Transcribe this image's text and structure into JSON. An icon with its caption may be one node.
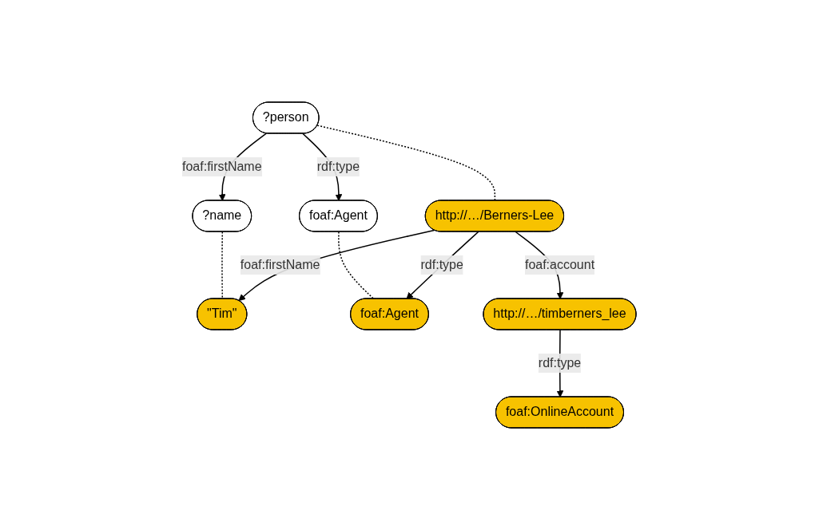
{
  "diagram": {
    "nodes": [
      {
        "text": [
          "?person"
        ]
      },
      {
        "text": [
          "?name"
        ]
      },
      {
        "text": [
          "foaf:Agent"
        ]
      },
      {
        "text": [
          "http://…/Berners-Lee"
        ]
      },
      {
        "text": [
          "\"Tim\""
        ]
      },
      {
        "text": [
          "foaf:Agent"
        ]
      },
      {
        "text": [
          "foaf:OnlineAccount"
        ]
      },
      {
        "text": [
          "http://…/timberners_lee"
        ]
      }
    ],
    "edges": [
      {
        "from": 0,
        "to": 1,
        "arrow": "to",
        "label": "foaf:firstName"
      },
      {
        "from": 0,
        "to": 2,
        "arrow": "to",
        "label": "rdf:type"
      },
      {
        "from": 0,
        "to": 3,
        "arrow": "none",
        "style": "dashed"
      },
      {
        "from": 1,
        "to": 4,
        "arrow": "none",
        "style": "dashed"
      },
      {
        "from": 2,
        "to": 5,
        "arrow": "none",
        "style": "dashed"
      },
      {
        "from": 3,
        "to": 4,
        "arrow": "to",
        "label": "foaf:firstName"
      },
      {
        "from": 3,
        "to": 5,
        "arrow": "to",
        "label": "rdf:type"
      },
      {
        "from": 3,
        "to": 7,
        "arrow": "to",
        "label": "foaf:account"
      },
      {
        "from": 7,
        "to": 6,
        "arrow": "to",
        "label": "rdf:type"
      }
    ]
  }
}
